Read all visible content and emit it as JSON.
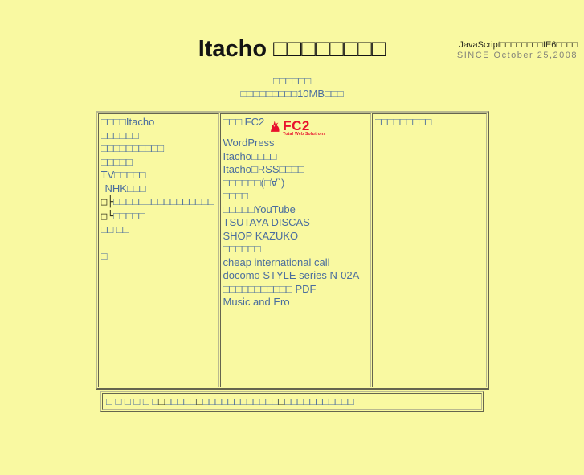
{
  "colors": {
    "background": "#f9f9a1",
    "link_blue": "#4a6d9e",
    "logo_red": "#e8112d",
    "border_olive": "#b9b98f"
  },
  "topbar": {
    "notice": "JavaScript□□□□□□□□IE6□□□□",
    "since": "SINCE October 25,2008"
  },
  "header": {
    "title": "Itacho □□□□□□□□",
    "sub_links": [
      "□□□□□□",
      "□□□□□□□□□10MB□□□"
    ]
  },
  "nav_left": {
    "links": [
      {
        "label": "□□□□Itacho"
      },
      {
        "label": "□□□□□□"
      },
      {
        "label": "□□□□□□□□□□"
      },
      {
        "label": "□□□□□"
      },
      {
        "label": "TV□□□□□"
      },
      {
        "label": "NHK□□□"
      },
      {
        "prefix": "□├",
        "label": "□□□□□□□□□□□□□□□□"
      },
      {
        "prefix": "□└",
        "label": "□□□□□"
      },
      {
        "label": "□□ □□"
      },
      {
        "label": "□"
      }
    ]
  },
  "nav_middle": {
    "logo": {
      "name": "FC2",
      "tagline": "Total Web Solutions"
    },
    "links": [
      "□□□ FC2",
      "WordPress",
      "Itacho□□□□",
      "Itacho□RSS□□□□",
      "□□□□□□(□∀`)",
      "□□□□",
      "□□□□□YouTube",
      "TSUTAYA DISCAS",
      "SHOP KAZUKO",
      "□□□□□□",
      "cheap international call",
      "docomo STYLE series N-02A",
      "□□□□□□□□□□□ PDF",
      "Music and Ero"
    ]
  },
  "nav_right": {
    "bottom_link": "□□□□□□□□□"
  },
  "footer": {
    "segments": [
      {
        "type": "link",
        "text": "□ □ □ □ □ □"
      },
      {
        "type": "sep",
        "text": "□"
      },
      {
        "type": "link",
        "text": "□□□□□"
      },
      {
        "type": "sep",
        "text": "□"
      },
      {
        "type": "link",
        "text": "□□□□□□□□□□□□"
      },
      {
        "type": "sep",
        "text": "□"
      },
      {
        "type": "link",
        "text": "□□□□□□□□□□□"
      }
    ]
  }
}
